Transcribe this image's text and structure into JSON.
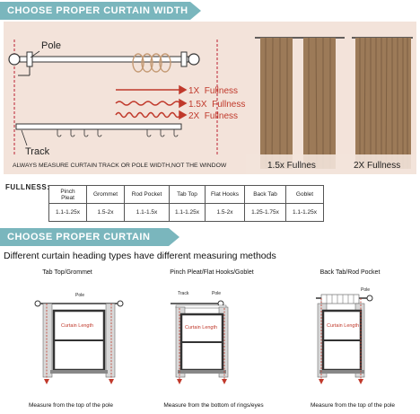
{
  "section1": {
    "title": "CHOOSE PROPER CURTAIN WIDTH"
  },
  "diagram": {
    "pole_label": "Pole",
    "track_label": "Track",
    "fullness_lines": [
      "1X  Fullness",
      "1.5X  Fullness",
      "2X  Fullness"
    ],
    "note": "ALWAYS MEASURE CURTAIN TRACK OR POLE WIDTH,NOT THE WINDOW",
    "curtain_labels": [
      "1.5x Fullnes",
      "2X Fullness"
    ],
    "colors": {
      "panel": "#f3e3da",
      "curtain": "#9c7a58",
      "red": "#c0392b"
    }
  },
  "fullness": {
    "label": "FULLNESS:",
    "headers": [
      "Pinch\nPleat",
      "Grommet",
      "Rod Pocket",
      "Tab Top",
      "Flat Hooks",
      "Back Tab",
      "Goblet"
    ],
    "values": [
      "1.1-1.25x",
      "1.5-2x",
      "1.1-1.5x",
      "1.1-1.25x",
      "1.5-2x",
      "1.25-1.75x",
      "1.1-1.25x"
    ]
  },
  "section2": {
    "title": "CHOOSE PROPER CURTAIN LENGTH"
  },
  "subhead": "Different curtain heading types have different measuring methods",
  "diagrams": [
    {
      "title": "Tab Top/Grommet",
      "pole": "Pole",
      "inner": "Curtain Length",
      "caption": "Measure from the top of the pole"
    },
    {
      "title": "Pinch Pleat/Flat Hooks/Goblet",
      "pole": "Pole",
      "track": "Track",
      "inner": "Curtain Length",
      "caption": "Measure from the bottom of rings/eyes"
    },
    {
      "title": "Back Tab/Rod Pocket",
      "pole": "Pole",
      "inner": "Curtain Length",
      "caption": "Measure from the top of the pole"
    }
  ]
}
